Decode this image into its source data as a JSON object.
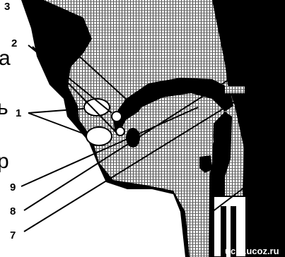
{
  "labels": {
    "n1": "1",
    "n2": "2",
    "n3": "3",
    "n7": "7",
    "n8": "8",
    "n9": "9"
  },
  "margin_letters": {
    "a": "а",
    "b": "ь",
    "c": "р"
  },
  "watermark": "uchi.ucoz.ru",
  "colors": {
    "ink": "#000000",
    "paper": "#ffffff",
    "hatch_line": "#4a4a4a"
  },
  "icons": [
    "head-silhouette",
    "tongue",
    "nasal-cavity",
    "pharynx",
    "larynx",
    "vocal-cords"
  ]
}
